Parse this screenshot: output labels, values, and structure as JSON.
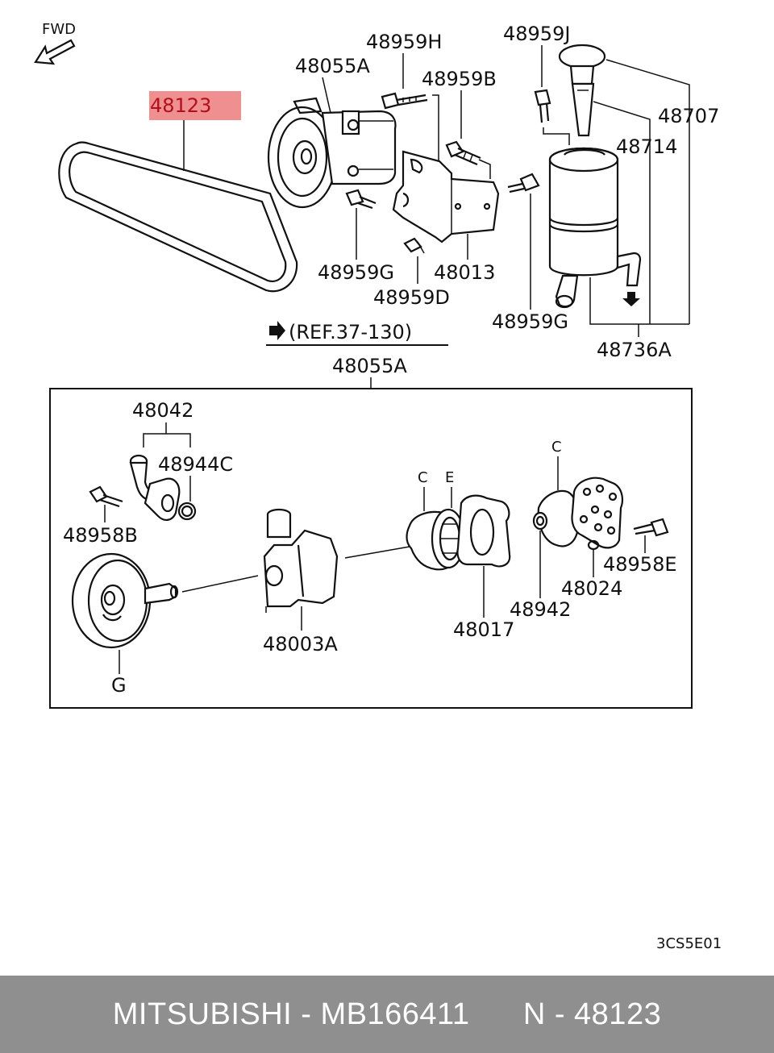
{
  "diagram": {
    "fwd_label": "FWD",
    "highlighted_part": "48123",
    "highlight_color": "#f08f8f",
    "highlight_text_color": "#b0101c",
    "reference": "(REF.37-130)",
    "figure_code": "3CS5E01",
    "labels": {
      "p48123": "48123",
      "p48055A_top": "48055A",
      "p48959H": "48959H",
      "p48959B": "48959B",
      "p48959J": "48959J",
      "p48707": "48707",
      "p48714": "48714",
      "p48959G_left": "48959G",
      "p48013": "48013",
      "p48959D": "48959D",
      "p48959G_right": "48959G",
      "p48736A": "48736A",
      "p48055A_box": "48055A",
      "p48042": "48042",
      "p48944C": "48944C",
      "p48958B": "48958B",
      "letter_C_1": "C",
      "letter_E": "E",
      "letter_C_2": "C",
      "p48958E": "48958E",
      "p48024": "48024",
      "p48942": "48942",
      "p48017": "48017",
      "p48003A": "48003A",
      "letter_G": "G"
    }
  },
  "footer": {
    "text": "MITSUBISHI - MB166411      N - 48123",
    "background": "#8f8f8f"
  }
}
